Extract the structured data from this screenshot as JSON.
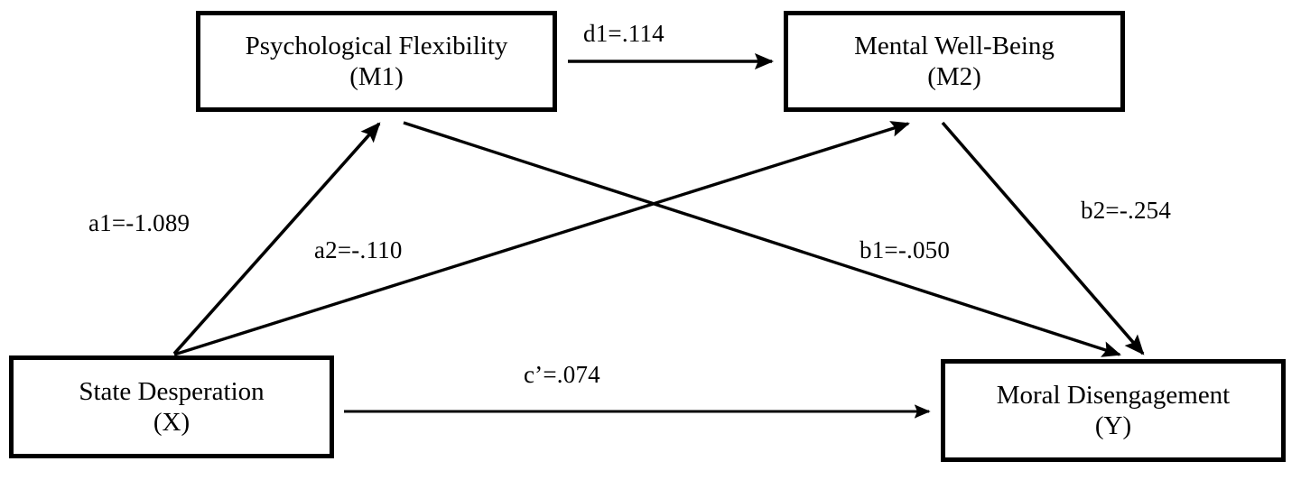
{
  "figure": {
    "type": "path-diagram",
    "description": "Serial mediation model linking State Desperation to Moral Disengagement through Psychological Flexibility and Mental Well-Being",
    "background_color": "#ffffff",
    "stroke_color": "#000000"
  },
  "nodes": {
    "m1": {
      "title": "Psychological Flexibility",
      "code": "(M1)"
    },
    "m2": {
      "title": "Mental Well-Being",
      "code": "(M2)"
    },
    "x": {
      "title": "State Desperation",
      "code": "(X)"
    },
    "y": {
      "title": "Moral Disengagement",
      "code": "(Y)"
    }
  },
  "paths": {
    "d1": {
      "label": "d1=.114",
      "coefficient": 0.114,
      "from": "m1",
      "to": "m2"
    },
    "a1": {
      "label": "a1=-1.089",
      "coefficient": -1.089,
      "from": "x",
      "to": "m1"
    },
    "a2": {
      "label": "a2=-.110",
      "coefficient": -0.11,
      "from": "x",
      "to": "m2"
    },
    "b1": {
      "label": "b1=-.050",
      "coefficient": -0.05,
      "from": "m1",
      "to": "y"
    },
    "b2": {
      "label": "b2=-.254",
      "coefficient": -0.254,
      "from": "m2",
      "to": "y"
    },
    "c": {
      "label": "c’=.074",
      "coefficient": 0.074,
      "from": "x",
      "to": "y"
    }
  }
}
